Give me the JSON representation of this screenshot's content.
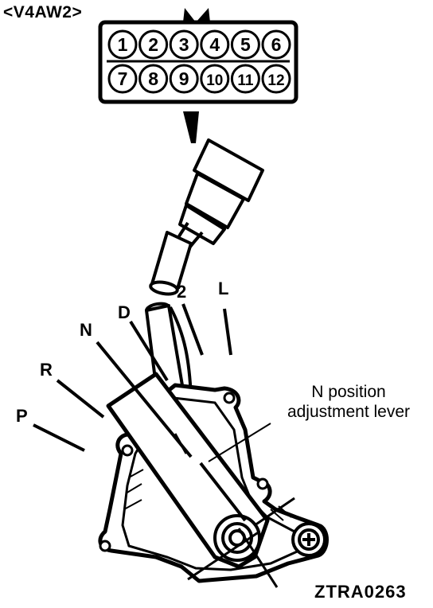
{
  "header": {
    "variant_label": "<V4AW2>"
  },
  "connector": {
    "pins": [
      "1",
      "2",
      "3",
      "4",
      "5",
      "6",
      "7",
      "8",
      "9",
      "10",
      "11",
      "12"
    ]
  },
  "positions": {
    "P": "P",
    "R": "R",
    "N": "N",
    "D": "D",
    "2": "2",
    "L": "L"
  },
  "callout": {
    "line1": "N position",
    "line2": "adjustment lever"
  },
  "footer": {
    "figure_id": "ZTRA0263"
  }
}
